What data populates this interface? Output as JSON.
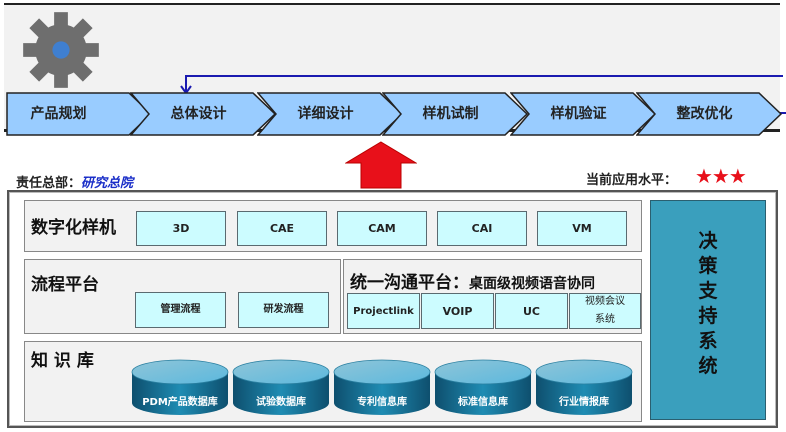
{
  "process": {
    "icon": "gear-icon",
    "steps": [
      {
        "label": "产品规划"
      },
      {
        "label": "总体设计"
      },
      {
        "label": "详细设计"
      },
      {
        "label": "样机试制"
      },
      {
        "label": "样机验证"
      },
      {
        "label": "整改优化"
      }
    ],
    "feedback_loop": "整改优化 → 总体设计"
  },
  "responsibility": {
    "label": "责任总部：",
    "value": "研究总院"
  },
  "application_level": {
    "label": "当前应用水平：",
    "stars": 3,
    "stars_text": "★★★"
  },
  "colors": {
    "chevron_fill": "#99ccff",
    "cell_fill": "#ccfcff",
    "decision_fill": "#3a9fbd",
    "loop_line": "#1a1ab0",
    "arrow": "#e8101a",
    "owner_text": "#1a2ec8"
  },
  "panels": {
    "digital_prototype": {
      "title": "数字化样机",
      "items": [
        "3D",
        "CAE",
        "CAM",
        "CAI",
        "VM"
      ]
    },
    "process_platform": {
      "title": "流程平台",
      "items": [
        "管理流程",
        "研发流程"
      ]
    },
    "communication_platform": {
      "title": "统一沟通平台：",
      "subtitle": "桌面级视频语音协同",
      "items": [
        "Projectlink",
        "VOIP",
        "UC",
        "视频会议",
        "系统"
      ]
    },
    "knowledge_base": {
      "title": "知 识 库",
      "databases": [
        "PDM产品数据库",
        "试验数据库",
        "专利信息库",
        "标准信息库",
        "行业情报库"
      ]
    },
    "decision_support": {
      "chars": [
        "决",
        "策",
        "支",
        "持",
        "系",
        "统"
      ]
    }
  }
}
